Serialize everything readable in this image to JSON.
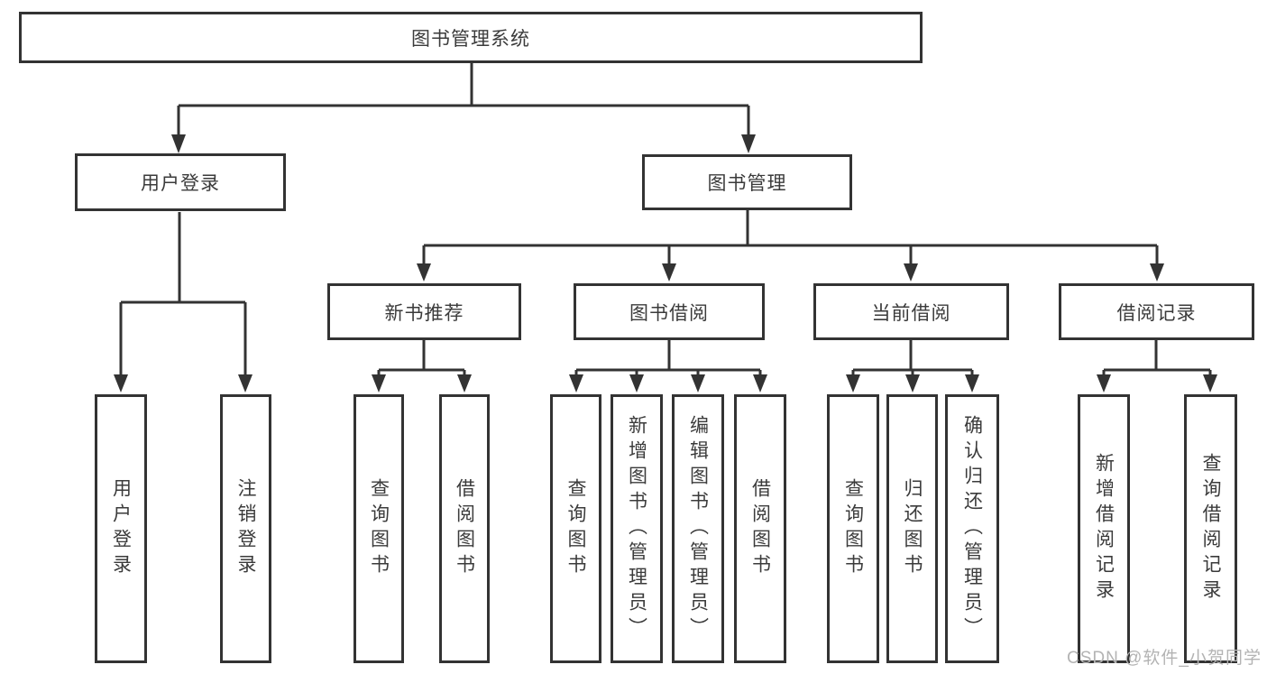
{
  "diagram": {
    "title": "图书管理系统",
    "tree": {
      "root": {
        "label": "图书管理系统"
      },
      "level2": [
        {
          "label": "用户登录",
          "children": [
            {
              "label": "用户登录"
            },
            {
              "label": "注销登录"
            }
          ]
        },
        {
          "label": "图书管理",
          "children": [
            {
              "label": "新书推荐",
              "children": [
                {
                  "label": "查询图书"
                },
                {
                  "label": "借阅图书"
                }
              ]
            },
            {
              "label": "图书借阅",
              "children": [
                {
                  "label": "查询图书"
                },
                {
                  "label": "新增图书（管理员）"
                },
                {
                  "label": "编辑图书（管理员）"
                },
                {
                  "label": "借阅图书"
                }
              ]
            },
            {
              "label": "当前借阅",
              "children": [
                {
                  "label": "查询图书"
                },
                {
                  "label": "归还图书"
                },
                {
                  "label": "确认归还（管理员）"
                }
              ]
            },
            {
              "label": "借阅记录",
              "children": [
                {
                  "label": "新增借阅记录"
                },
                {
                  "label": "查询借阅记录"
                }
              ]
            }
          ]
        }
      ]
    },
    "watermark": "CSDN @软件_小贺同学",
    "colors": {
      "line": "#333333",
      "text": "#3b3b3b",
      "box_background": "#ffffff",
      "watermark": "#b3b3b3",
      "page_background": "#ffffff"
    }
  }
}
